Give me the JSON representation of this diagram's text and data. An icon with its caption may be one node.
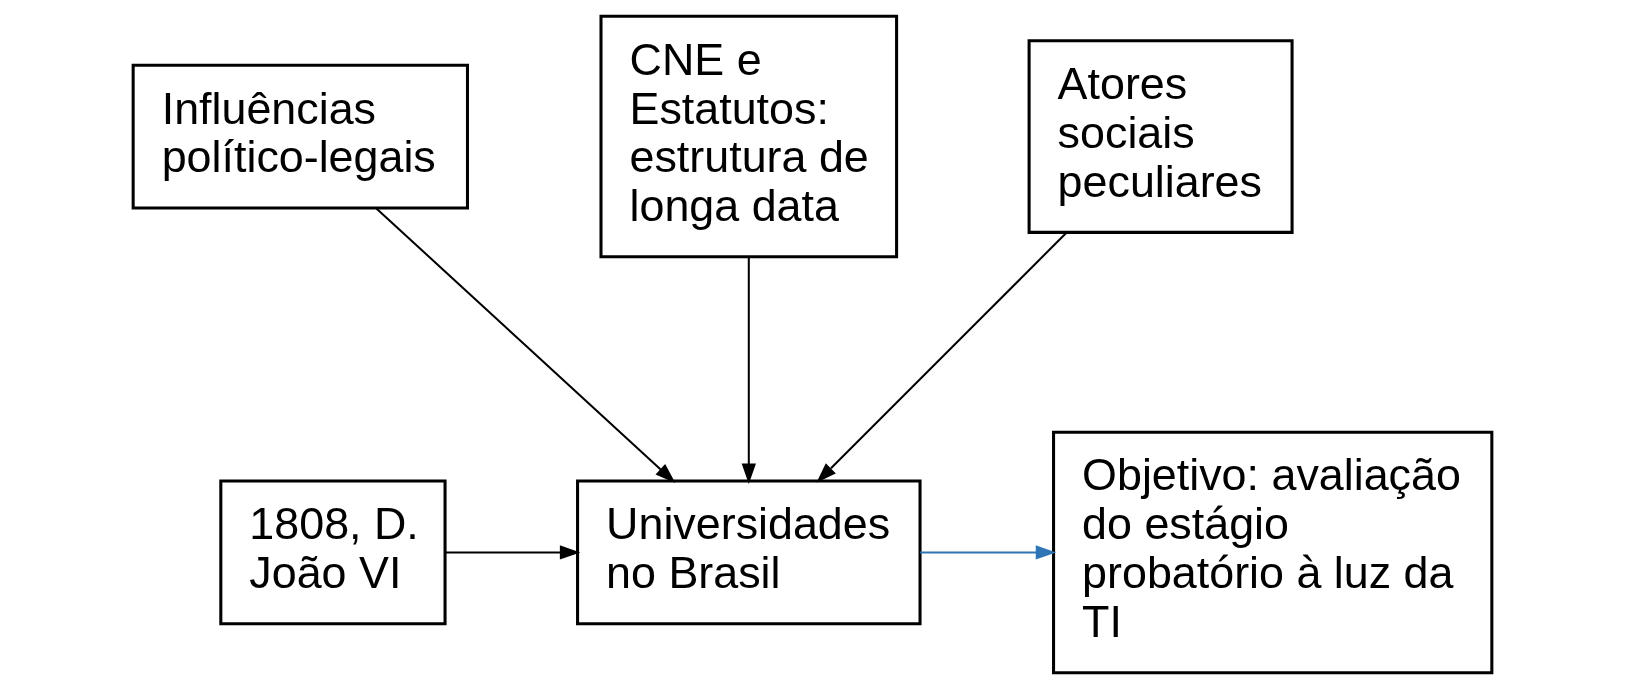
{
  "diagram": {
    "nodes": [
      {
        "text": [
          "Influências político-legais"
        ]
      },
      {
        "text": [
          "CNE e Estatutos: estrutura de longa data"
        ]
      },
      {
        "text": [
          "Atores sociais peculiares"
        ]
      },
      {
        "text": [
          "1808, D. João VI"
        ]
      },
      {
        "text": [
          "Universidades no Brasil"
        ]
      },
      {
        "text": [
          "Objetivo: avaliação do estágio probatório à luz da TI"
        ]
      }
    ],
    "edges": [
      {
        "from": 0,
        "to": 4,
        "arrow": "to"
      },
      {
        "from": 1,
        "to": 4,
        "arrow": "to"
      },
      {
        "from": 2,
        "to": 4,
        "arrow": "to"
      },
      {
        "from": 3,
        "to": 4,
        "arrow": "to"
      },
      {
        "from": 4,
        "to": 5,
        "arrow": "to",
        "color": "#2e75b6"
      }
    ]
  }
}
